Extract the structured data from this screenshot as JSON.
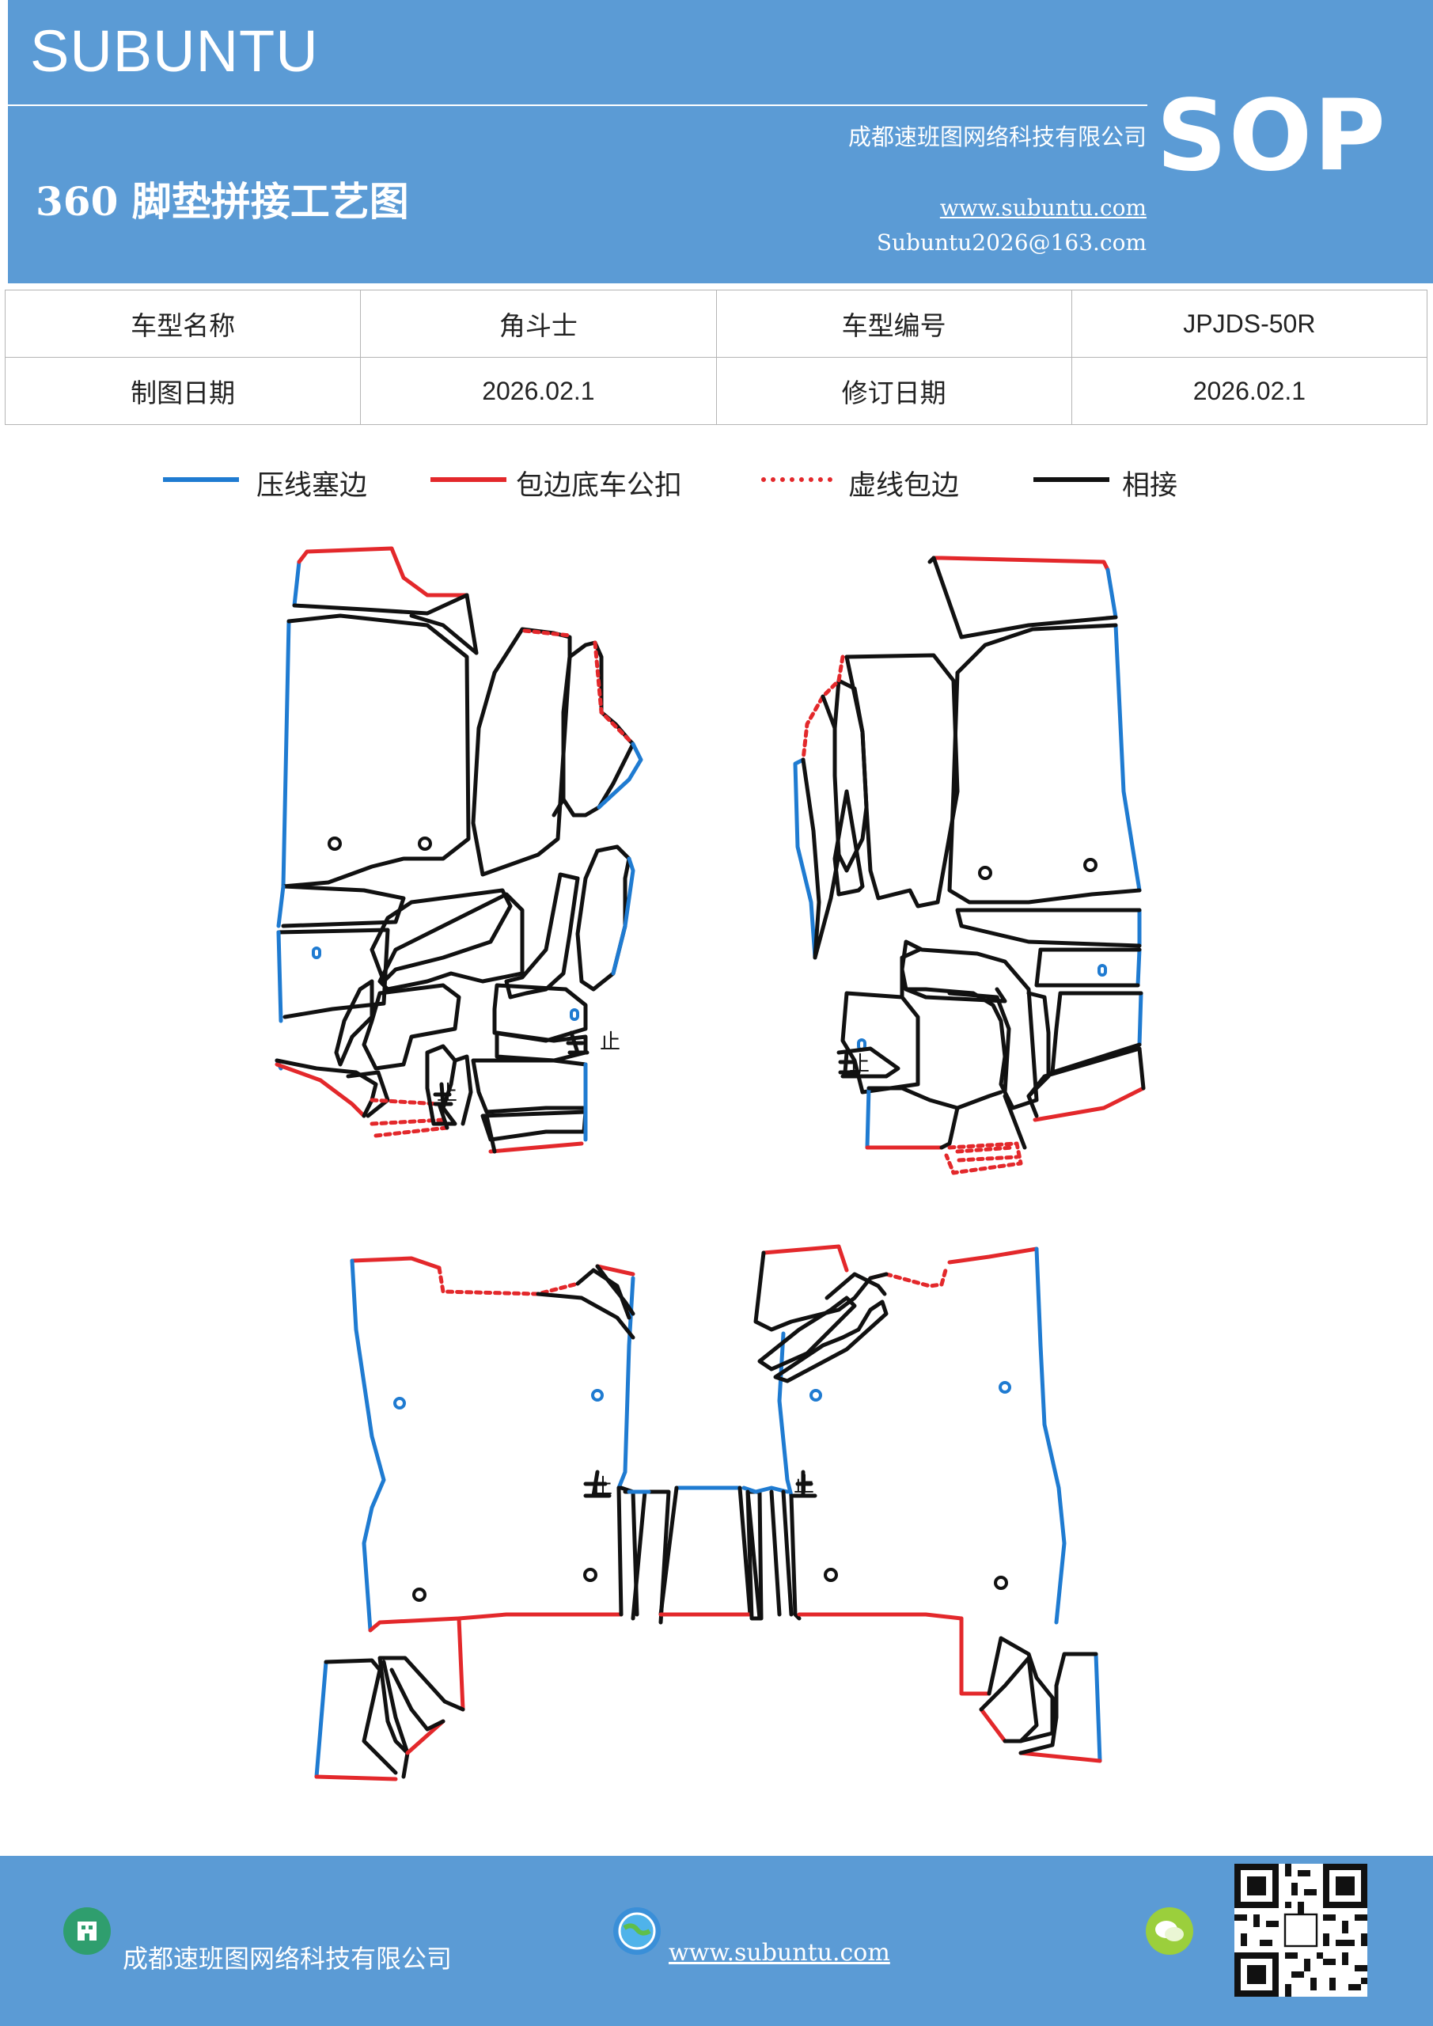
{
  "header": {
    "brand": "SUBUNTU",
    "company": "成都速班图网络科技有限公司",
    "title": "360 脚垫拼接工艺图",
    "website": "www.subuntu.com",
    "email": "Subuntu2026@163.com",
    "badge": "SOP"
  },
  "info": {
    "row1": [
      "车型名称",
      "角斗士",
      "车型编号",
      "JPJDS-50R"
    ],
    "row2": [
      "制图日期",
      "2026.02.1",
      "修订日期",
      "2026.02.1"
    ]
  },
  "legend": [
    {
      "label": "压线塞边",
      "color": "#1f7bd1",
      "style": "solid"
    },
    {
      "label": "包边底车公扣",
      "color": "#e3282b",
      "style": "solid"
    },
    {
      "label": "虚线包边",
      "color": "#e3282b",
      "style": "dotted"
    },
    {
      "label": "相接",
      "color": "#111111",
      "style": "solid"
    }
  ],
  "marks": {
    "stop": "止"
  },
  "footer": {
    "company": "成都速班图网络科技有限公司",
    "website": "www.subuntu.com"
  }
}
